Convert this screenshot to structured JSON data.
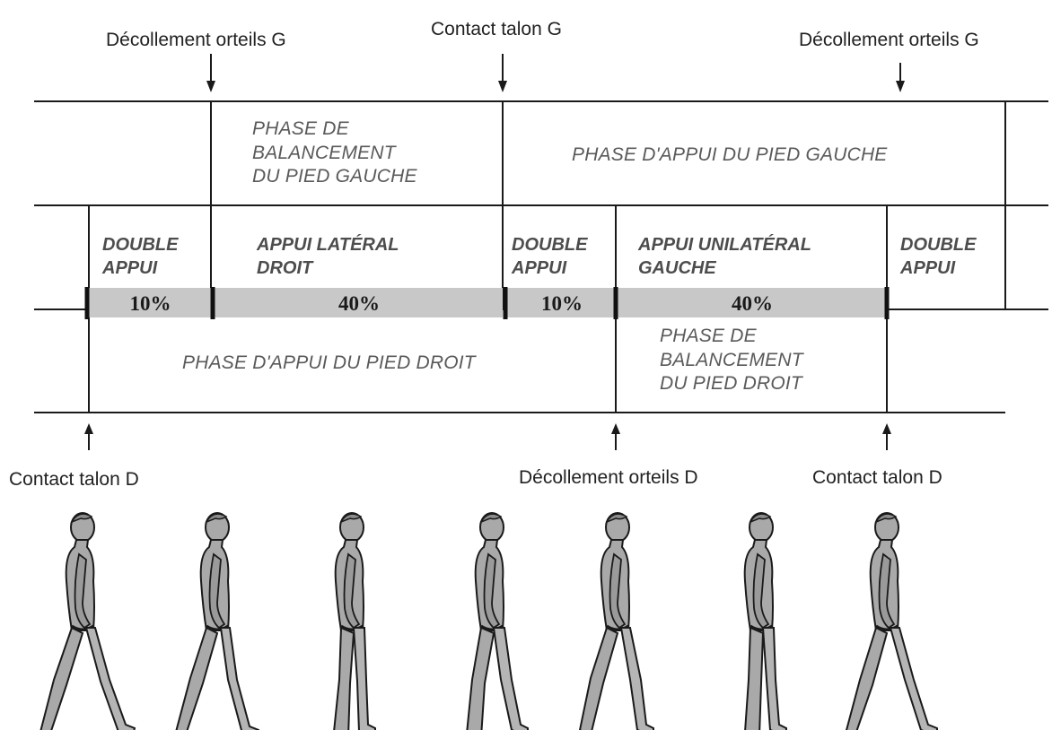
{
  "events_top": {
    "toe_off_g_1": "Décollement orteils G",
    "heel_contact_g": "Contact talon G",
    "toe_off_g_2": "Décollement orteils G"
  },
  "events_bottom": {
    "heel_contact_d_1": "Contact talon D",
    "toe_off_d": "Décollement orteils D",
    "heel_contact_d_2": "Contact talon D"
  },
  "left_foot_phases": {
    "swing": [
      "PHASE DE",
      "BALANCEMENT",
      "DU PIED GAUCHE"
    ],
    "stance": "PHASE D'APPUI DU PIED GAUCHE"
  },
  "support_periods": {
    "double_1": [
      "DOUBLE",
      "APPUI"
    ],
    "single_right": [
      "APPUI LATÉRAL",
      "DROIT"
    ],
    "double_2": [
      "DOUBLE",
      "APPUI"
    ],
    "single_left": [
      "APPUI UNILATÉRAL",
      "GAUCHE"
    ],
    "double_3": [
      "DOUBLE",
      "APPUI"
    ]
  },
  "percentages": {
    "double_1": "10%",
    "single_right": "40%",
    "double_2": "10%",
    "single_left": "40%"
  },
  "right_foot_phases": {
    "stance": "PHASE D'APPUI DU PIED DROIT",
    "swing": [
      "PHASE DE",
      "BALANCEMENT",
      "DU PIED DROIT"
    ]
  },
  "figures": [
    {
      "name": "walker-1-heel-strike-right"
    },
    {
      "name": "walker-2-loading"
    },
    {
      "name": "walker-3-midstance"
    },
    {
      "name": "walker-4-terminal-stance"
    },
    {
      "name": "walker-5-pre-swing"
    },
    {
      "name": "walker-6-midswing"
    },
    {
      "name": "walker-7-heel-strike-right"
    }
  ],
  "colors": {
    "line": "#1a1a1a",
    "bar_fill": "#c8c8c8",
    "figure_fill": "#a9a9a9",
    "figure_stroke": "#1a1a1a"
  }
}
